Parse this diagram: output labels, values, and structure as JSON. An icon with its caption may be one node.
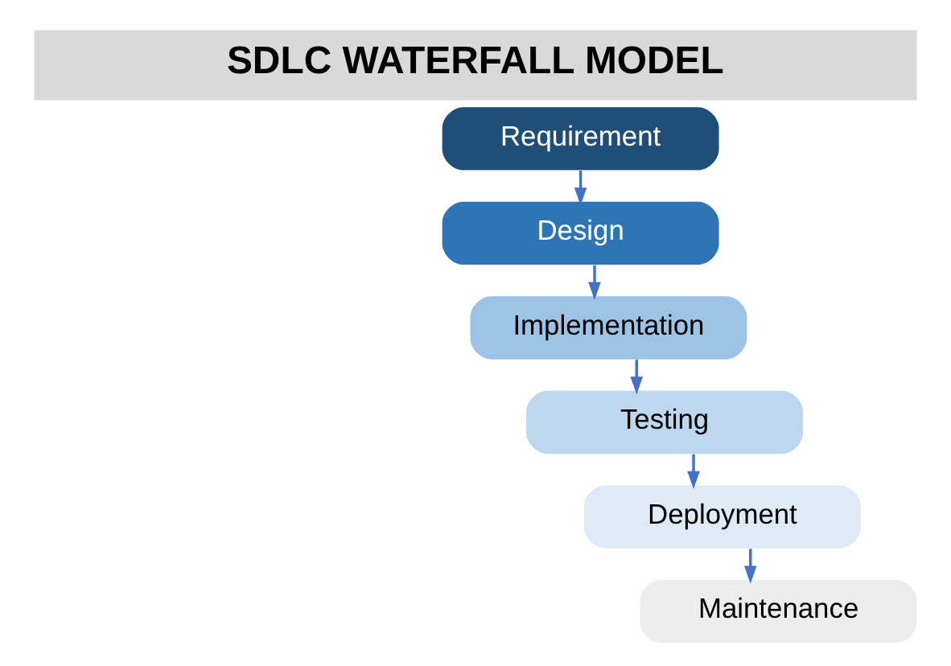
{
  "diagram": {
    "title": "SDLC WATERFALL MODEL",
    "nodes": [
      {
        "text": [
          "Requirement"
        ]
      },
      {
        "text": [
          "Design"
        ]
      },
      {
        "text": [
          "Implementation"
        ]
      },
      {
        "text": [
          "Testing"
        ]
      },
      {
        "text": [
          "Deployment"
        ]
      },
      {
        "text": [
          "Maintenance"
        ]
      }
    ],
    "edges": [
      {
        "from": 0,
        "to": 1,
        "arrow": "to"
      },
      {
        "from": 1,
        "to": 2,
        "arrow": "to"
      },
      {
        "from": 2,
        "to": 3,
        "arrow": "to"
      },
      {
        "from": 3,
        "to": 4,
        "arrow": "to"
      },
      {
        "from": 4,
        "to": 5,
        "arrow": "to"
      }
    ]
  }
}
